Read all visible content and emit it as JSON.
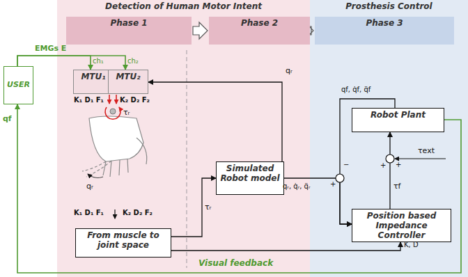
{
  "diagram": {
    "nodes": [
      {
        "text": [
          "Detection of Human Motor Intent"
        ]
      },
      {
        "text": [
          "Phase 1"
        ],
        "in": 0
      },
      {
        "text": [
          "Phase 2"
        ],
        "in": 0
      },
      {
        "text": [
          "Prosthesis Control"
        ]
      },
      {
        "text": [
          "Phase 3"
        ],
        "in": 3
      },
      {
        "text": [
          "USER"
        ]
      },
      {
        "text": [
          "MTU₁"
        ],
        "in": 0
      },
      {
        "text": [
          "MTU₂"
        ],
        "in": 0
      },
      {
        "text": [
          "From muscle to joint space"
        ],
        "in": 0
      },
      {
        "text": [
          "Simulated Robot model"
        ],
        "in": 0
      },
      {
        "text": [
          "Robot Plant"
        ],
        "in": 3
      },
      {
        "text": [
          "Position based Impedance Controller"
        ],
        "in": 3
      }
    ],
    "edges": [
      {
        "from": 1,
        "to": 2,
        "arrow": "to"
      },
      {
        "from": 2,
        "to": 4,
        "arrow": "to"
      },
      {
        "from": 5,
        "to": 6,
        "label": "ch₁",
        "arrow": "to"
      },
      {
        "from": 5,
        "to": 7,
        "label": "ch₂",
        "arrow": "to"
      },
      {
        "from": 8,
        "to": 9,
        "label": "τᵣ",
        "arrow": "to"
      },
      {
        "from": 8,
        "to": 11,
        "label": "K, D",
        "arrow": "to"
      },
      {
        "from": 9,
        "to": 7,
        "label": "qᵣ",
        "arrow": "to"
      },
      {
        "from": 9,
        "to": 11,
        "label": "qᵣ, q̇ᵣ, q̈ᵣ",
        "arrow": "to"
      },
      {
        "from": 10,
        "to": 11,
        "label": "qf, q̇f, q̈f",
        "arrow": "to"
      },
      {
        "from": 11,
        "to": 10,
        "label": "τf",
        "arrow": "to"
      },
      {
        "from": 10,
        "to": 5,
        "label": "Visual feedback",
        "arrow": "to"
      }
    ],
    "labels": [
      "EMGs E",
      "K₁ D₁ F₁",
      "K₂ D₂ F₂",
      "τᵣ",
      "qᵣ",
      "K₁ D₁ F₁",
      "K₂ D₂ F₂",
      "+",
      "−",
      "+",
      "+",
      "τext",
      "qf"
    ]
  }
}
